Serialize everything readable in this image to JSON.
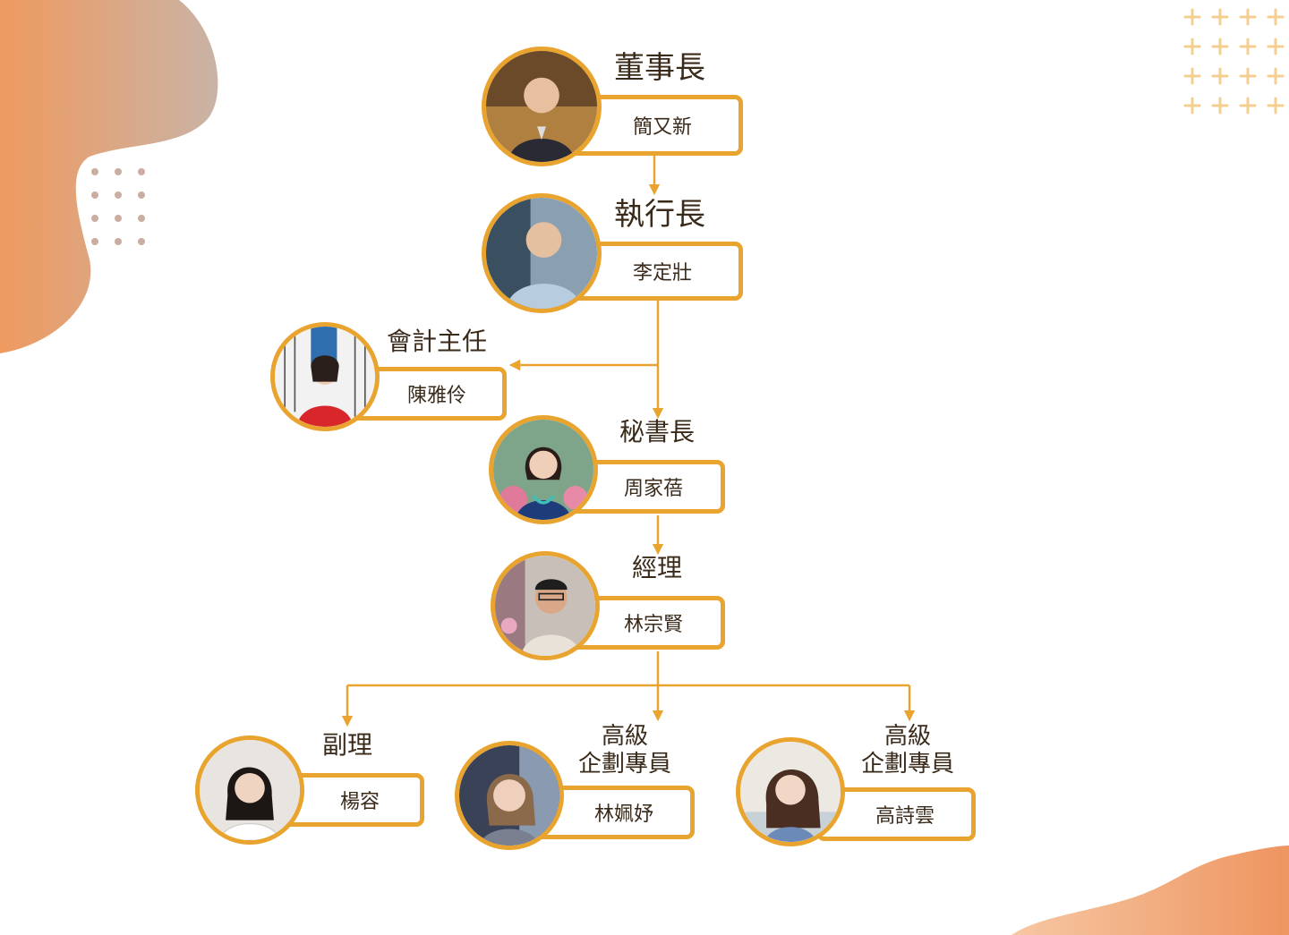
{
  "colors": {
    "accent": "#e9a42f",
    "blob_start": "#ef9a5f",
    "blob_end": "#c9b0a3",
    "text": "#3a2a1a"
  },
  "org": {
    "chairman": {
      "title": "董事長",
      "name": "簡又新"
    },
    "ceo": {
      "title": "執行長",
      "name": "李定壯"
    },
    "accounting": {
      "title": "會計主任",
      "name": "陳雅伶"
    },
    "secretary_general": {
      "title": "秘書長",
      "name": "周家蓓"
    },
    "manager": {
      "title": "經理",
      "name": "林宗賢"
    },
    "assistant_manager": {
      "title": "副理",
      "name": "楊容"
    },
    "senior_planner_1": {
      "title_line1": "高級",
      "title_line2": "企劃專員",
      "name": "林姵妤"
    },
    "senior_planner_2": {
      "title_line1": "高級",
      "title_line2": "企劃專員",
      "name": "高詩雲"
    }
  }
}
